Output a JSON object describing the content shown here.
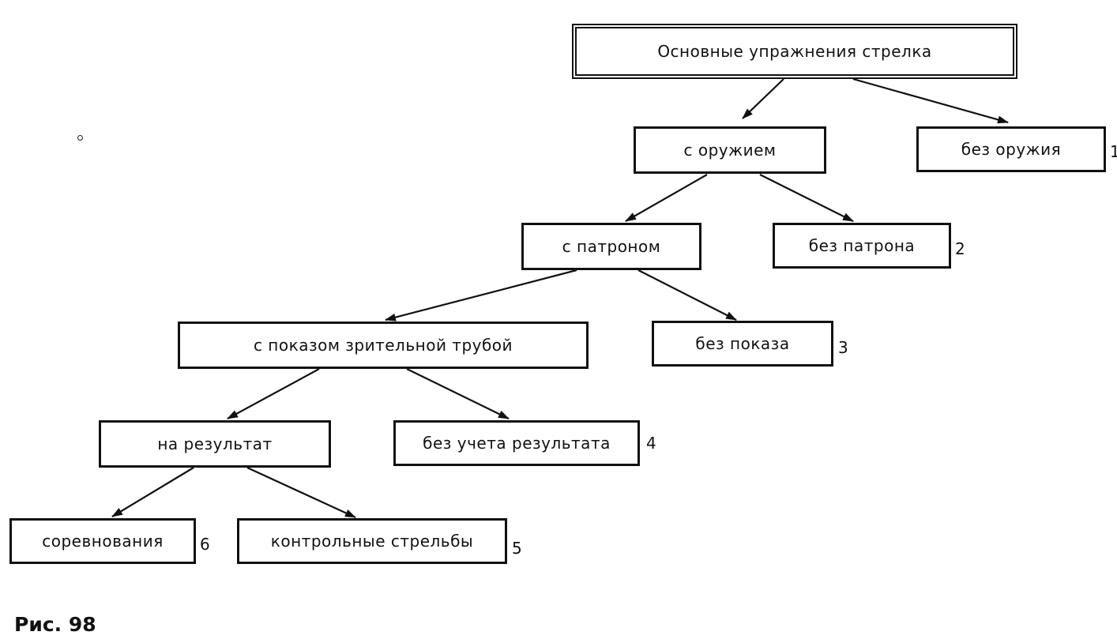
{
  "root": "Основные упражнения стрелка",
  "nodes": {
    "with_weapon": "с оружием",
    "without_weapon": "без оружия",
    "with_cartridge": "с патроном",
    "without_cartridge": "без патрона",
    "with_scope_show": "с показом зрительной   трубой",
    "without_show": "без показа",
    "for_result": "на результат",
    "without_result": "без учета результата",
    "competitions": "соревнования",
    "control_shooting": "контрольные стрельбы"
  },
  "numbers": {
    "without_weapon": "1",
    "without_cartridge": "2",
    "without_show": "3",
    "without_result": "4",
    "control_shooting": "5",
    "competitions": "6"
  },
  "caption": "Рис. 98"
}
